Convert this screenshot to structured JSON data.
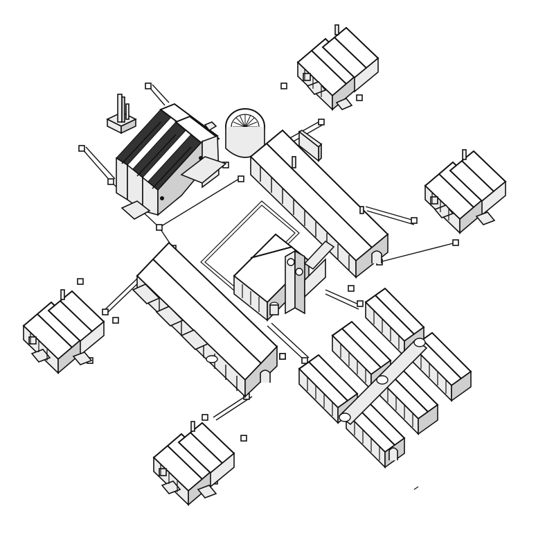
{
  "drawing": {
    "description_visible_text": "",
    "building_groups": [
      {
        "id": "north-east-cottages"
      },
      {
        "id": "east-cottages"
      },
      {
        "id": "west-cottages"
      },
      {
        "id": "south-west-cottages"
      },
      {
        "id": "south-east-wards"
      },
      {
        "id": "central-long-block-east"
      },
      {
        "id": "central-long-block-west"
      },
      {
        "id": "north-west-sheds"
      },
      {
        "id": "central-hall"
      },
      {
        "id": "round-tower"
      },
      {
        "id": "chimney"
      }
    ]
  }
}
